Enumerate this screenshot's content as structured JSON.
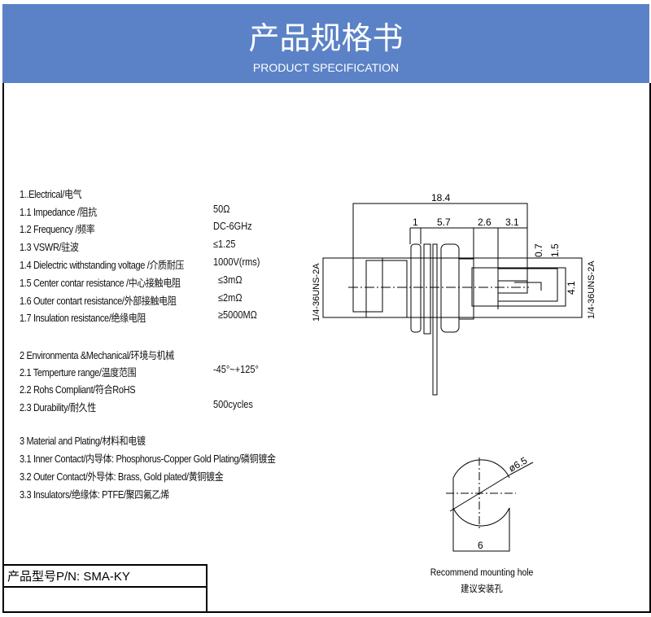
{
  "header": {
    "title": "产品规格书",
    "subtitle": "PRODUCT SPECIFICATION",
    "color": "#5b82c6"
  },
  "specs": [
    {
      "label": "1..Electrical/电气",
      "value": ""
    },
    {
      "label": "1.1 Impedance  /阻抗",
      "value": "50Ω"
    },
    {
      "label": "1.2 Frequency /频率",
      "value": "DC-6GHz"
    },
    {
      "label": "1.3 VSWR/驻波",
      "value": "≤1.25"
    },
    {
      "label": "1.4 Dielectric withstanding voltage /介质耐压",
      "value": "1000V(rms)"
    },
    {
      "label": "1.5 Center contar resistance /中心接触电阻",
      "value": "≤3mΩ"
    },
    {
      "label": "1.6 Outer contart resistance/外部接触电阻",
      "value": "≤2mΩ"
    },
    {
      "label": "1.7 Insulation  resistance/绝缘电阻",
      "value": "≥5000MΩ"
    },
    {
      "label": "2 Environmenta &Mechanical/环境与机械",
      "value": ""
    },
    {
      "label": "2.1 Temperture range/温度范围",
      "value": "-45°~+125°"
    },
    {
      "label": "2.2 Rohs Compliant/符合RoHS",
      "value": ""
    },
    {
      "label": "2.3 Durability/耐久性",
      "value": "500cycles"
    },
    {
      "label": "3 Material and Plating/材料和电镀",
      "value": ""
    },
    {
      "label": "3.1 Inner Contact/内导体: Phosphorus-Copper Gold Plating/磷铜镀金",
      "value": ""
    },
    {
      "label": "3.2 Outer Contact/外导体: Brass, Gold plated/黄铜镀金",
      "value": ""
    },
    {
      "label": "3.3 Insulators/绝缘体:  PTFE/聚四氟乙烯",
      "value": ""
    }
  ],
  "drawing": {
    "dims": [
      "18.4",
      "1",
      "5.7",
      "2.6",
      "3.1",
      "0.7",
      "1.5",
      "4.1"
    ],
    "thread": "1/4-36UNS-2A",
    "hole_dia": "ø6.5",
    "hole_flat": "6"
  },
  "caption": {
    "en": "Recommend mounting hole",
    "zh": "建议安装孔"
  },
  "part_number": {
    "label": "产品型号P/N:  SMA-KY"
  }
}
